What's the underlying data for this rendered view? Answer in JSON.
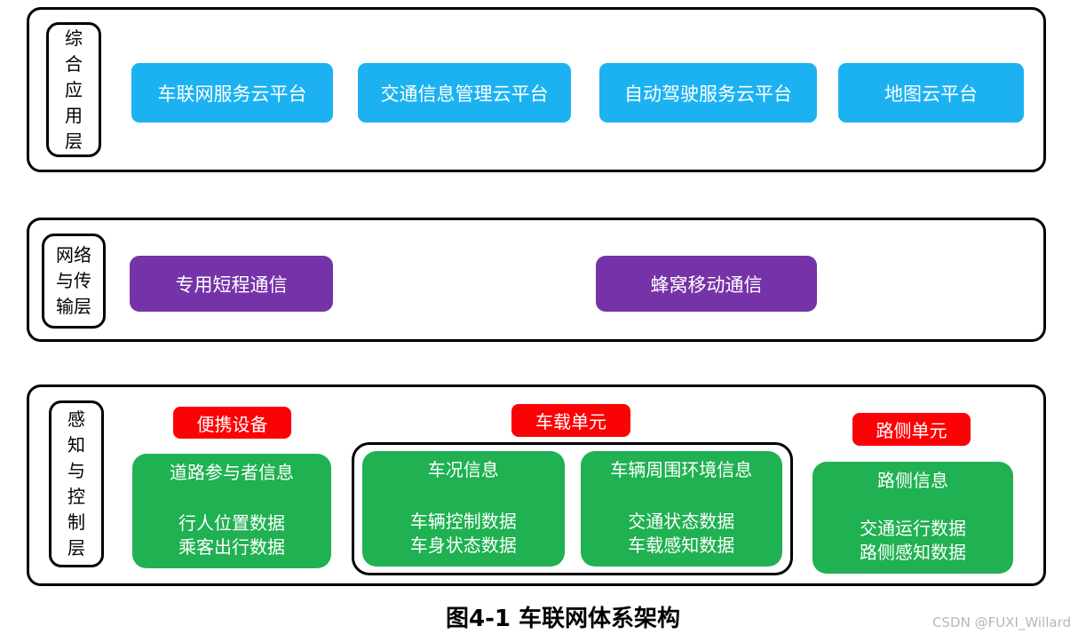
{
  "figure": {
    "caption": "图4-1 车联网体系架构",
    "watermark": "CSDN @FUXI_Willard"
  },
  "colors": {
    "platform_blue": "#1CB2F1",
    "comm_purple": "#7633A8",
    "tag_red": "#FB0204",
    "data_green": "#20B152",
    "outline_black": "#000000",
    "watermark_gray": "#B7B7B7"
  },
  "layers": {
    "application": {
      "label": "综合应用层",
      "boxes": [
        "车联网服务云平台",
        "交通信息管理云平台",
        "自动驾驶服务云平台",
        "地图云平台"
      ]
    },
    "network": {
      "label": "网络与传输层",
      "boxes": [
        "专用短程通信",
        "蜂窝移动通信"
      ]
    },
    "perception": {
      "label": "感知与控制层",
      "portable": {
        "tag": "便携设备",
        "title": "道路参与者信息",
        "lines": [
          "行人位置数据",
          "乘客出行数据"
        ]
      },
      "onboard": {
        "tag": "车载单元",
        "boxes": [
          {
            "title": "车况信息",
            "lines": [
              "车辆控制数据",
              "车身状态数据"
            ]
          },
          {
            "title": "车辆周围环境信息",
            "lines": [
              "交通状态数据",
              "车载感知数据"
            ]
          }
        ]
      },
      "roadside": {
        "tag": "路侧单元",
        "title": "路侧信息",
        "lines": [
          "交通运行数据",
          "路侧感知数据"
        ]
      }
    }
  }
}
